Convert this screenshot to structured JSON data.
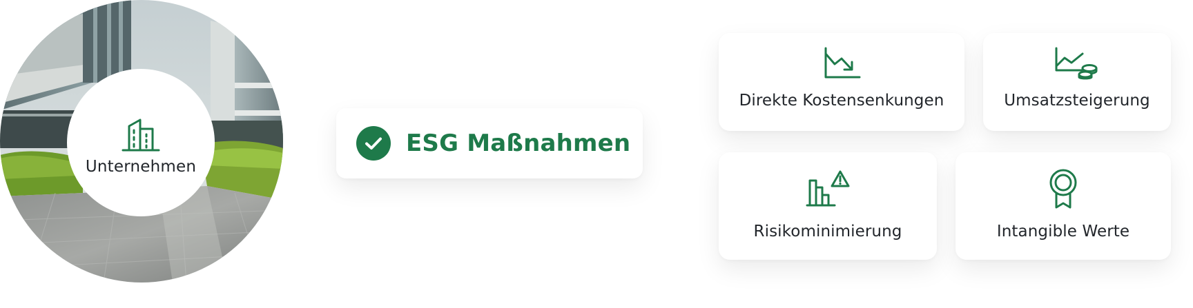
{
  "company": {
    "label": "Unternehmen",
    "icon": "building-icon"
  },
  "esg": {
    "title": "ESG Maßnahmen",
    "icon": "check-circle-icon"
  },
  "benefits": [
    {
      "label": "Direkte Kostensenkungen",
      "icon": "chart-down-arrow-icon"
    },
    {
      "label": "Umsatzsteigerung",
      "icon": "chart-up-coins-icon"
    },
    {
      "label": "Risikominimierung",
      "icon": "bar-chart-warning-icon"
    },
    {
      "label": "Intangible Werte",
      "icon": "award-ribbon-icon"
    }
  ],
  "colors": {
    "accent_green": "#1e7a4a",
    "text_dark": "#22262b",
    "card_background": "#ffffff"
  }
}
